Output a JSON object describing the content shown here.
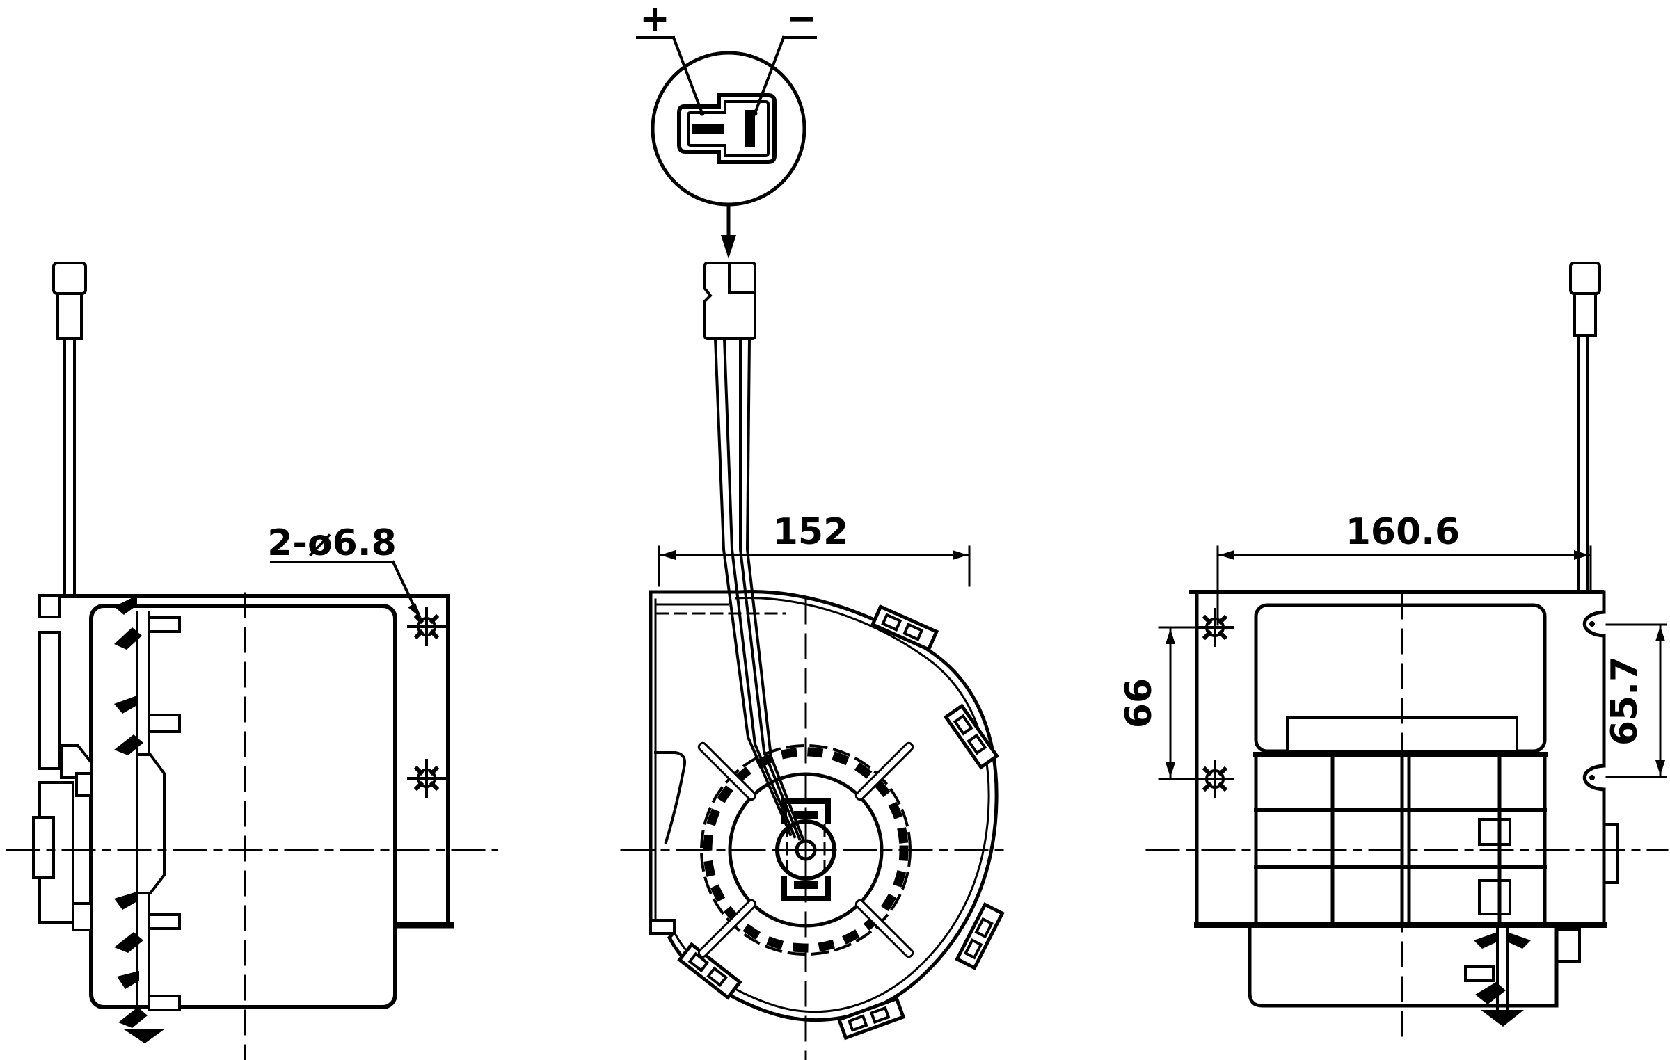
{
  "connector": {
    "plus_label": "+",
    "minus_label": "−"
  },
  "dimensions": {
    "mounting_holes_label": "2-ø6.8",
    "front_width_label": "152",
    "side_width_label": "160.6",
    "hole_spacing_label": "66",
    "clip_spacing_label": "65.7"
  },
  "colors": {
    "line": "#000000",
    "background": "#ffffff"
  }
}
